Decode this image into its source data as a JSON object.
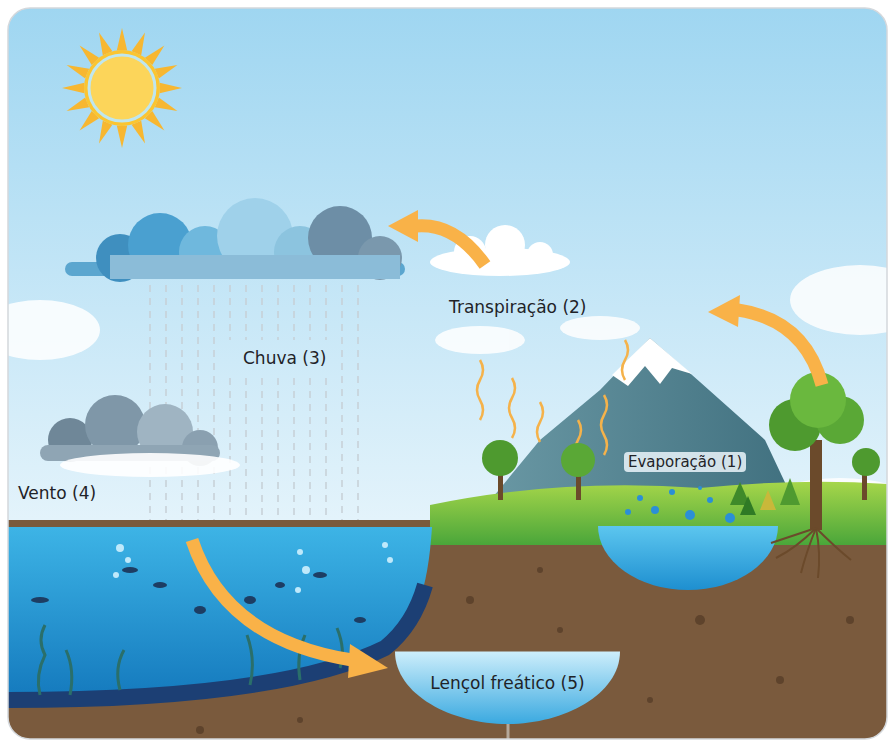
{
  "diagram": {
    "nodes": [
      {
        "text": [
          "Lençol freático (5)"
        ]
      }
    ],
    "labels": [
      "Transpiração (2)",
      "Chuva (3)",
      "Evaporação (1)",
      "Vento (4)"
    ]
  }
}
